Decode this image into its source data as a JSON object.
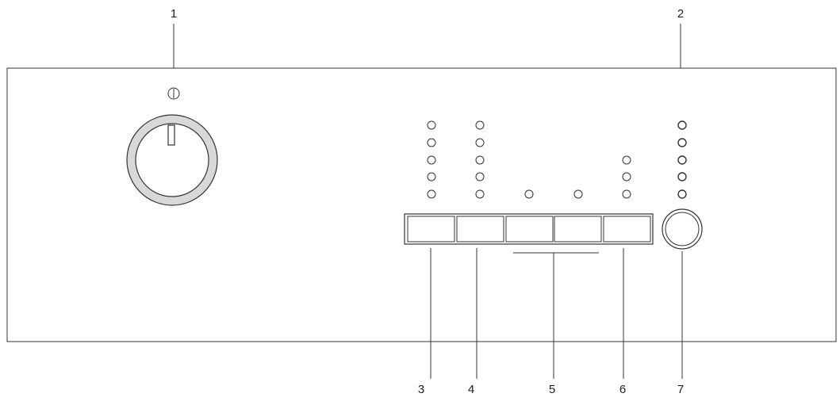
{
  "callouts": {
    "c1": "1",
    "c2": "2",
    "c3": "3",
    "c4": "4",
    "c5": "5",
    "c6": "6",
    "c7": "7"
  },
  "colors": {
    "line": "#333333",
    "knob_ring": "#d8d8d8"
  },
  "icons": {
    "power": "power-symbol-icon"
  }
}
